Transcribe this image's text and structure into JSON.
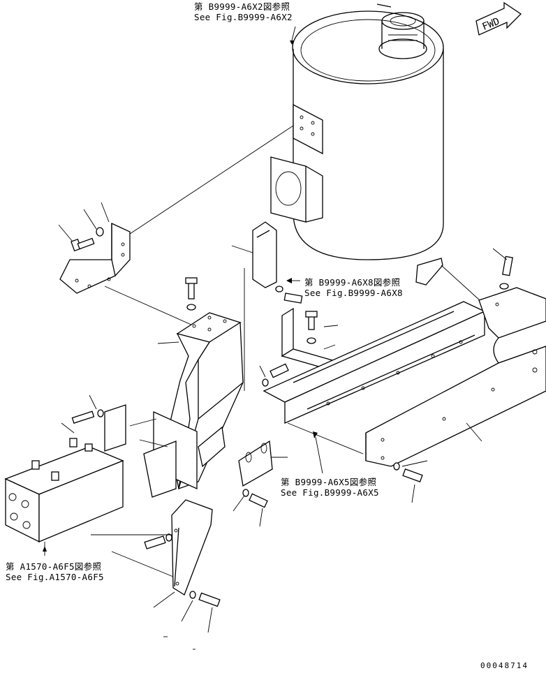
{
  "references": {
    "top": {
      "jp": "第 B9999-A6X2図参照",
      "en": "See Fig.B9999-A6X2"
    },
    "mid": {
      "jp": "第 B9999-A6X8図参照",
      "en": "See Fig.B9999-A6X8"
    },
    "right": {
      "jp": "第 B9999-A6X5図参照",
      "en": "See Fig.B9999-A6X5"
    },
    "left": {
      "jp": "第 A1570-A6F5図参照",
      "en": "See Fig.A1570-A6F5"
    }
  },
  "fwd_label": "FWD",
  "doc_number": "00048714"
}
